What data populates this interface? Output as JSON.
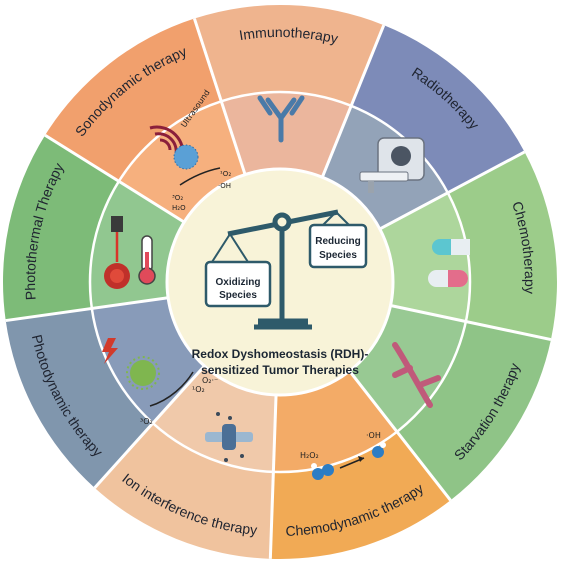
{
  "center": {
    "caption_line1": "Redox Dyshomeostasis (RDH)-",
    "caption_line2": "sensitized Tumor Therapies",
    "pan_left": [
      "Oxidizing",
      "Species"
    ],
    "pan_right": [
      "Reducing",
      "Species"
    ]
  },
  "therapies": [
    {
      "id": "immunotherapy",
      "label": "Immunotherapy",
      "outer": "#efb48e",
      "inner": "#e9b095"
    },
    {
      "id": "radiotherapy",
      "label": "Radiotherapy",
      "outer": "#7d8bb8",
      "inner": "#8a9bb2"
    },
    {
      "id": "chemotherapy",
      "label": "Chemotherapy",
      "outer": "#9ccc8a",
      "inner": "#a6d394"
    },
    {
      "id": "starvation",
      "label": "Starvation therapy",
      "outer": "#8fc487",
      "inner": "#8fc48a"
    },
    {
      "id": "chemodynamic",
      "label": "Chemodynamic therapy",
      "outer": "#f1aa55",
      "inner": "#f2a45a"
    },
    {
      "id": "ion-interference",
      "label": "Ion interference therapy",
      "outer": "#f0c39e",
      "inner": "#efc4a3"
    },
    {
      "id": "photodynamic",
      "label": "Photodynamic therapy",
      "outer": "#8096ad",
      "inner": "#7e92b3"
    },
    {
      "id": "photothermal",
      "label": "Photothermal Therapy",
      "outer": "#7dbb78",
      "inner": "#88c287"
    },
    {
      "id": "sonodynamic",
      "label": "Sonodynamic therapy",
      "outer": "#f1a06d",
      "inner": "#f5a973"
    }
  ],
  "icon_text": {
    "ultrasound": "Ultrasound",
    "sono_o2": "¹O₂",
    "sono_oh": "·OH",
    "sono_o2b": "³O₂",
    "sono_h2o": "H₂O",
    "photo_o2a": "¹O₂",
    "photo_o2b": "O₂·⁻",
    "photo_o2c": "³O₂",
    "chemo_h2o2": "H₂O₂",
    "chemo_oh": "·OH"
  }
}
